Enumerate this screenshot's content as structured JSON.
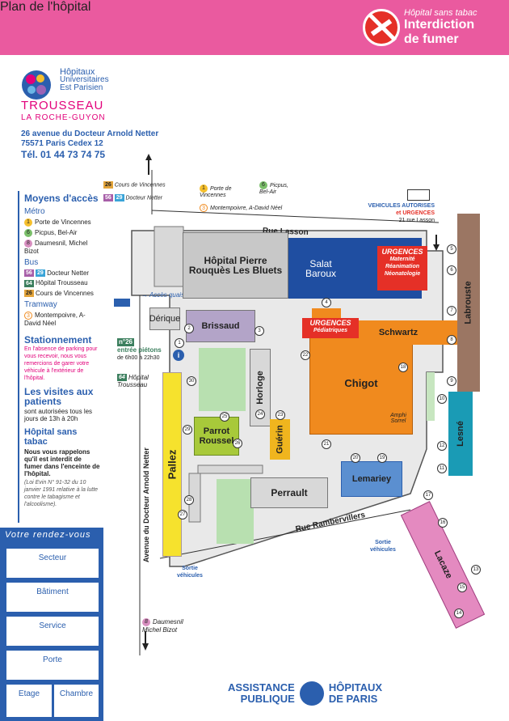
{
  "header": {
    "title": "Plan de l'hôpital",
    "no_smoking_small": "Hôpital sans tabac",
    "no_smoking_big_1": "Interdiction",
    "no_smoking_big_2": "de fumer"
  },
  "brand": {
    "line1": "Hôpitaux",
    "line2": "Universitaires",
    "line3": "Est Parisien",
    "hospital": "TROUSSEAU",
    "subtitle": "LA ROCHE-GUYON",
    "address1": "26 avenue du Docteur Arnold Netter",
    "address2": "75571 Paris Cedex 12",
    "phone": "Tél. 01 44 73 74 75"
  },
  "sidebar": {
    "access_title": "Moyens d'accès",
    "metro_title": "Métro",
    "metro": [
      {
        "num": "1",
        "label": "Porte de Vincennes"
      },
      {
        "num": "6",
        "label": "Picpus, Bel-Air"
      },
      {
        "num": "8",
        "label": "Daumesnil, Michel Bizot"
      }
    ],
    "bus_title": "Bus",
    "bus": [
      {
        "nums": [
          "56",
          "29"
        ],
        "label": "Docteur Netter"
      },
      {
        "nums": [
          "64"
        ],
        "label": "Hôpital Trousseau"
      },
      {
        "nums": [
          "26"
        ],
        "label": "Cours de Vincennes"
      }
    ],
    "tram_title": "Tramway",
    "tram": {
      "num": "3",
      "label": "Montempoivre, A-David Néel"
    },
    "parking_title": "Stationnement",
    "parking_text": "En l'absence de parking pour vous recevoir, nous vous remercions de garer votre véhicule à l'extérieur de l'hôpital.",
    "visits_title": "Les visites aux patients",
    "visits_text": "sont autorisées tous les jours de 13h à 20h",
    "smoke_title": "Hôpital sans tabac",
    "smoke_text": "Nous vous rappelons qu'il est interdit de fumer dans l'enceinte de l'hôpital.",
    "smoke_law": "(Loi Evin N° 91-32 du 10 janvier 1991 relative à la lutte contre le tabagisme et l'alcoolisme)."
  },
  "rdv": {
    "title": "Votre rendez-vous",
    "fields": [
      "Secteur",
      "Bâtiment",
      "Service",
      "Porte",
      "Etage",
      "Chambre"
    ]
  },
  "legend_top": {
    "bus26": "Cours de Vincennes",
    "bus56_29": "Docteur Netter",
    "metro1": "Porte de Vincennes",
    "metro6": "Picpus, Bel-Air",
    "tram3": "Montempoivre, A-David Néel"
  },
  "map": {
    "rue_lasson": "Rue Lasson",
    "rue_rambervillers": "Rue Rambervillers",
    "avenue": "Avenue du Docteur Arnold Netter",
    "vehicules1": "VEHICULES AUTORISES",
    "vehicules2": "et URGENCES",
    "vehicules3": "21 rue Lasson",
    "livraisons": "Accès quais de livraisons",
    "entree_num": "n°26",
    "entree": "entrée piétons",
    "entree_hours": "de 6h00 à 22h30",
    "bus64": "Hôpital Trousseau",
    "sortie1": "Sortie véhicules",
    "sortie2": "Sortie véhicules",
    "metro8": "Daumesnil Michel Bizot",
    "buildings": {
      "pierre_rouques": "Hôpital Pierre Rouquès Les Bluets",
      "salat": "Salat Baroux",
      "urgences1_title": "URGENCES",
      "urgences1_lines": "Maternité Réanimation Néonatologie",
      "labrouste": "Labrouste",
      "derique": "Dérique",
      "brissaud": "Brissaud",
      "urgences2_title": "URGENCES",
      "urgences2_sub": "Pédiatriques",
      "schwartz": "Schwartz",
      "chigot": "Chigot",
      "amphi": "Amphi Sorrel",
      "horloge": "Horloge",
      "pallez": "Pallez",
      "parrot": "Parrot Roussel",
      "guerin": "Guérin",
      "lesne": "Lesné",
      "perrault": "Perrault",
      "lemariey": "Lemariey",
      "lacaze": "Lacaze"
    }
  },
  "footer": {
    "ap1": "ASSISTANCE",
    "ap2": "PUBLIQUE",
    "hp1": "HÔPITAUX",
    "hp2": "DE PARIS"
  },
  "colors": {
    "pink": "#ea5a9f",
    "blue": "#2b5fae",
    "navy": "#1f4ea1",
    "orange": "#f08a1e",
    "yellow": "#f6e22d",
    "lime": "#a8c93a",
    "teal": "#1a9bb5",
    "brown": "#9b7663",
    "grey": "#bdbdbd",
    "red": "#e53027"
  }
}
